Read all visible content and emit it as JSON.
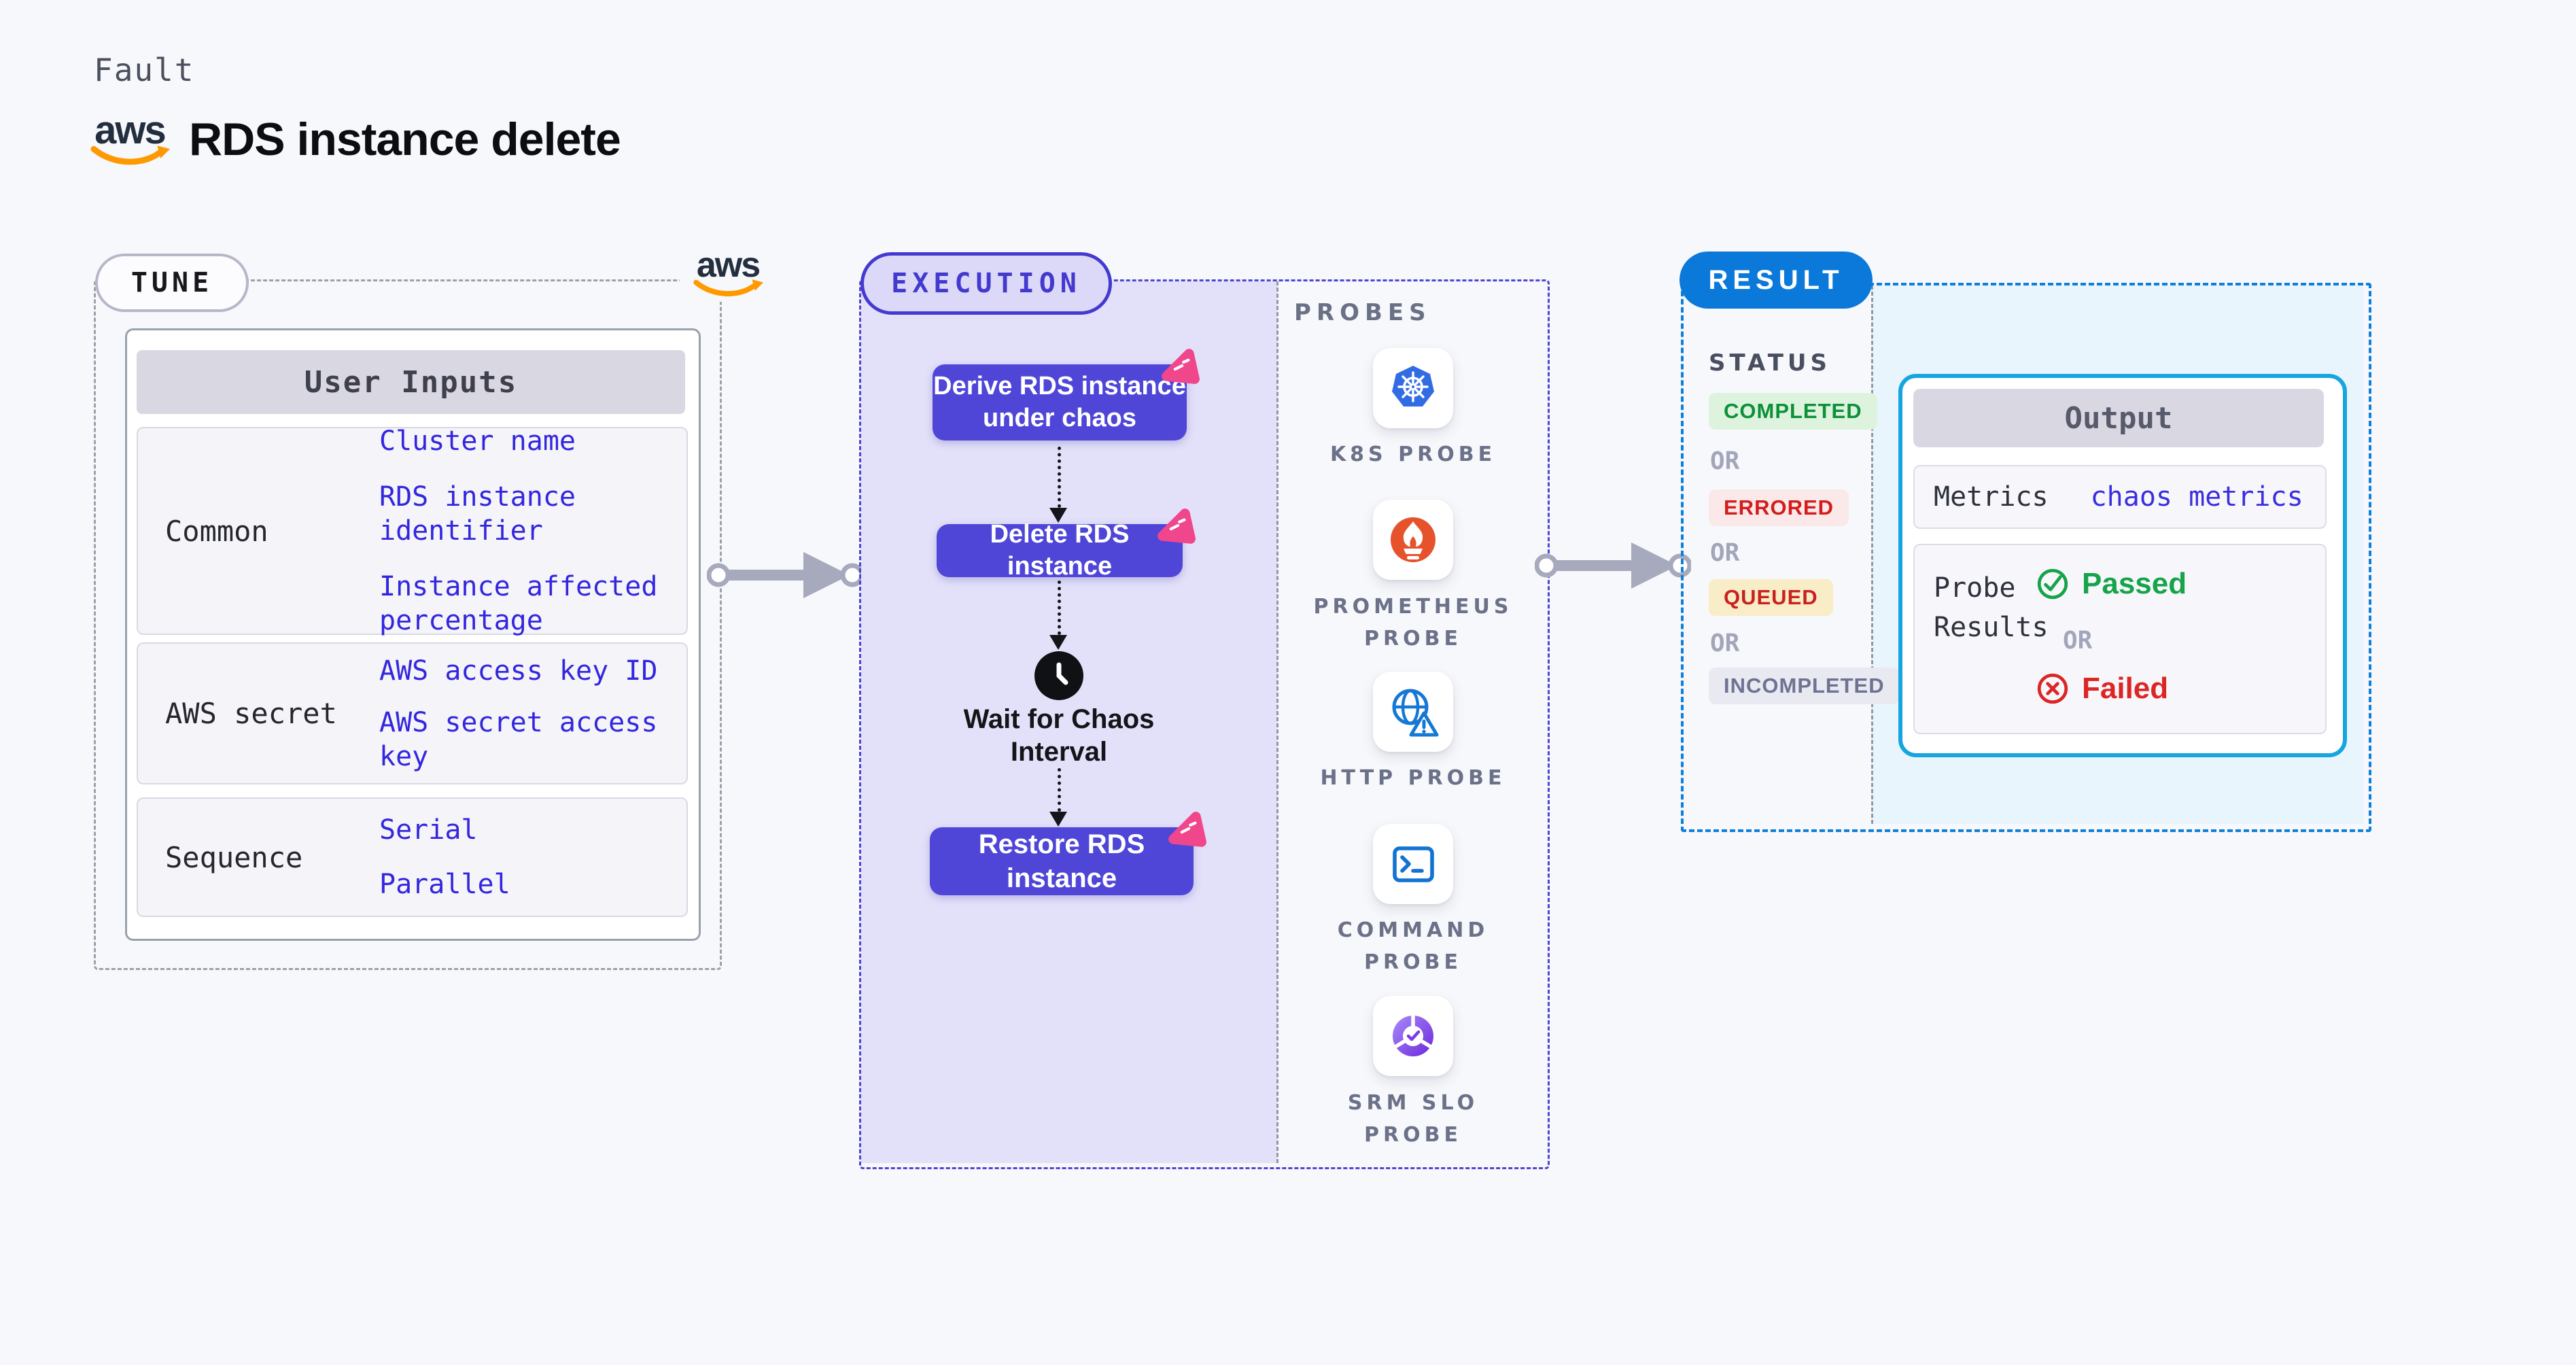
{
  "header": {
    "kicker": "Fault",
    "title": "RDS instance delete",
    "logo_text": "aws"
  },
  "tune": {
    "badge": "TUNE",
    "logo_text": "aws",
    "table": {
      "header": "User Inputs",
      "rows": [
        {
          "label": "Common",
          "values": [
            "Cluster name",
            "RDS instance identifier",
            "Instance affected percentage"
          ]
        },
        {
          "label": "AWS secret",
          "values": [
            "AWS access key ID",
            "AWS secret access key"
          ]
        },
        {
          "label": "Sequence",
          "values": [
            "Serial",
            "Parallel"
          ]
        }
      ]
    }
  },
  "execution": {
    "badge": "EXECUTION",
    "steps": [
      {
        "label": "Derive RDS instance\nunder chaos"
      },
      {
        "label": "Delete RDS instance"
      },
      {
        "label": "Wait for Chaos\nInterval"
      },
      {
        "label": "Restore RDS instance"
      }
    ],
    "probes": {
      "heading": "PROBES",
      "items": [
        {
          "name": "k8s-probe",
          "label": "K8S PROBE"
        },
        {
          "name": "prometheus-probe",
          "label": "PROMETHEUS\nPROBE"
        },
        {
          "name": "http-probe",
          "label": "HTTP PROBE"
        },
        {
          "name": "command-probe",
          "label": "COMMAND\nPROBE"
        },
        {
          "name": "srm-slo-probe",
          "label": "SRM SLO\nPROBE"
        }
      ]
    }
  },
  "result": {
    "badge": "RESULT",
    "status_heading": "STATUS",
    "or_label": "OR",
    "statuses": [
      {
        "label": "COMPLETED",
        "bg": "#ddf3de",
        "fg": "#0c9038"
      },
      {
        "label": "ERRORED",
        "bg": "#fbe9e9",
        "fg": "#d31c1c"
      },
      {
        "label": "QUEUED",
        "bg": "#f8edc6",
        "fg": "#c92121"
      },
      {
        "label": "INCOMPLETED",
        "bg": "#e9e9f2",
        "fg": "#6d7390"
      }
    ],
    "output": {
      "header": "Output",
      "metrics_label": "Metrics",
      "metrics_value": "chaos metrics",
      "probe_results_label": "Probe\nResults",
      "passed_label": "Passed",
      "or_label": "OR",
      "failed_label": "Failed"
    }
  },
  "colors": {
    "background": "#f7f8fb",
    "indigo_button": "#4f46d8",
    "execution_fill": "#e3e1f9",
    "execution_border": "#4e45d2",
    "result_blue": "#0b79da",
    "result_fill": "#e9f5fc",
    "output_border": "#16a5de",
    "value_blue": "#3326df",
    "passed_green": "#16a34a",
    "failed_red": "#dc2626",
    "spark_pink": "#f0468c",
    "aws_orange": "#ff9900",
    "k8s_blue": "#326ce5",
    "prometheus_orange": "#e6522c"
  }
}
